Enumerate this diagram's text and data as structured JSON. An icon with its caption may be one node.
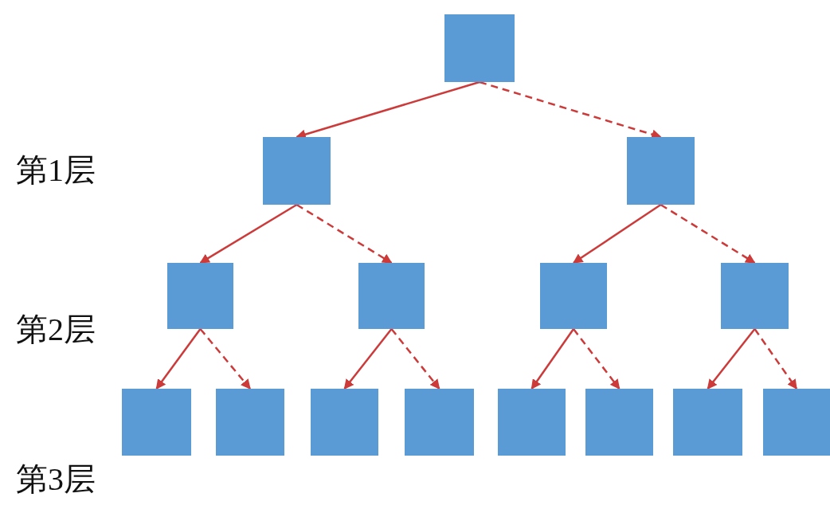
{
  "diagram": {
    "nodes": [
      {
        "text": [],
        "shape": "box"
      },
      {
        "text": [],
        "shape": "box"
      },
      {
        "text": [],
        "shape": "box"
      },
      {
        "text": [],
        "shape": "box"
      },
      {
        "text": [],
        "shape": "box"
      },
      {
        "text": [],
        "shape": "box"
      },
      {
        "text": [],
        "shape": "box"
      },
      {
        "text": [],
        "shape": "box"
      },
      {
        "text": [],
        "shape": "box"
      },
      {
        "text": [],
        "shape": "box"
      },
      {
        "text": [],
        "shape": "box"
      },
      {
        "text": [],
        "shape": "box"
      },
      {
        "text": [],
        "shape": "box"
      },
      {
        "text": [],
        "shape": "box"
      },
      {
        "text": [],
        "shape": "box"
      }
    ],
    "edges": [
      {
        "from": 0,
        "to": 1,
        "arrow": "to"
      },
      {
        "from": 0,
        "to": 2,
        "arrow": "to",
        "style": "dashed"
      },
      {
        "from": 1,
        "to": 3,
        "arrow": "to"
      },
      {
        "from": 1,
        "to": 4,
        "arrow": "to",
        "style": "dashed"
      },
      {
        "from": 2,
        "to": 5,
        "arrow": "to"
      },
      {
        "from": 2,
        "to": 6,
        "arrow": "to",
        "style": "dashed"
      },
      {
        "from": 3,
        "to": 7,
        "arrow": "to"
      },
      {
        "from": 3,
        "to": 8,
        "arrow": "to",
        "style": "dashed"
      },
      {
        "from": 4,
        "to": 9,
        "arrow": "to"
      },
      {
        "from": 4,
        "to": 10,
        "arrow": "to",
        "style": "dashed"
      },
      {
        "from": 5,
        "to": 11,
        "arrow": "to"
      },
      {
        "from": 5,
        "to": 12,
        "arrow": "to",
        "style": "dashed"
      },
      {
        "from": 6,
        "to": 13,
        "arrow": "to"
      },
      {
        "from": 6,
        "to": 14,
        "arrow": "to",
        "style": "dashed"
      }
    ],
    "labels": [
      "第1层",
      "第2层",
      "第3层"
    ]
  }
}
